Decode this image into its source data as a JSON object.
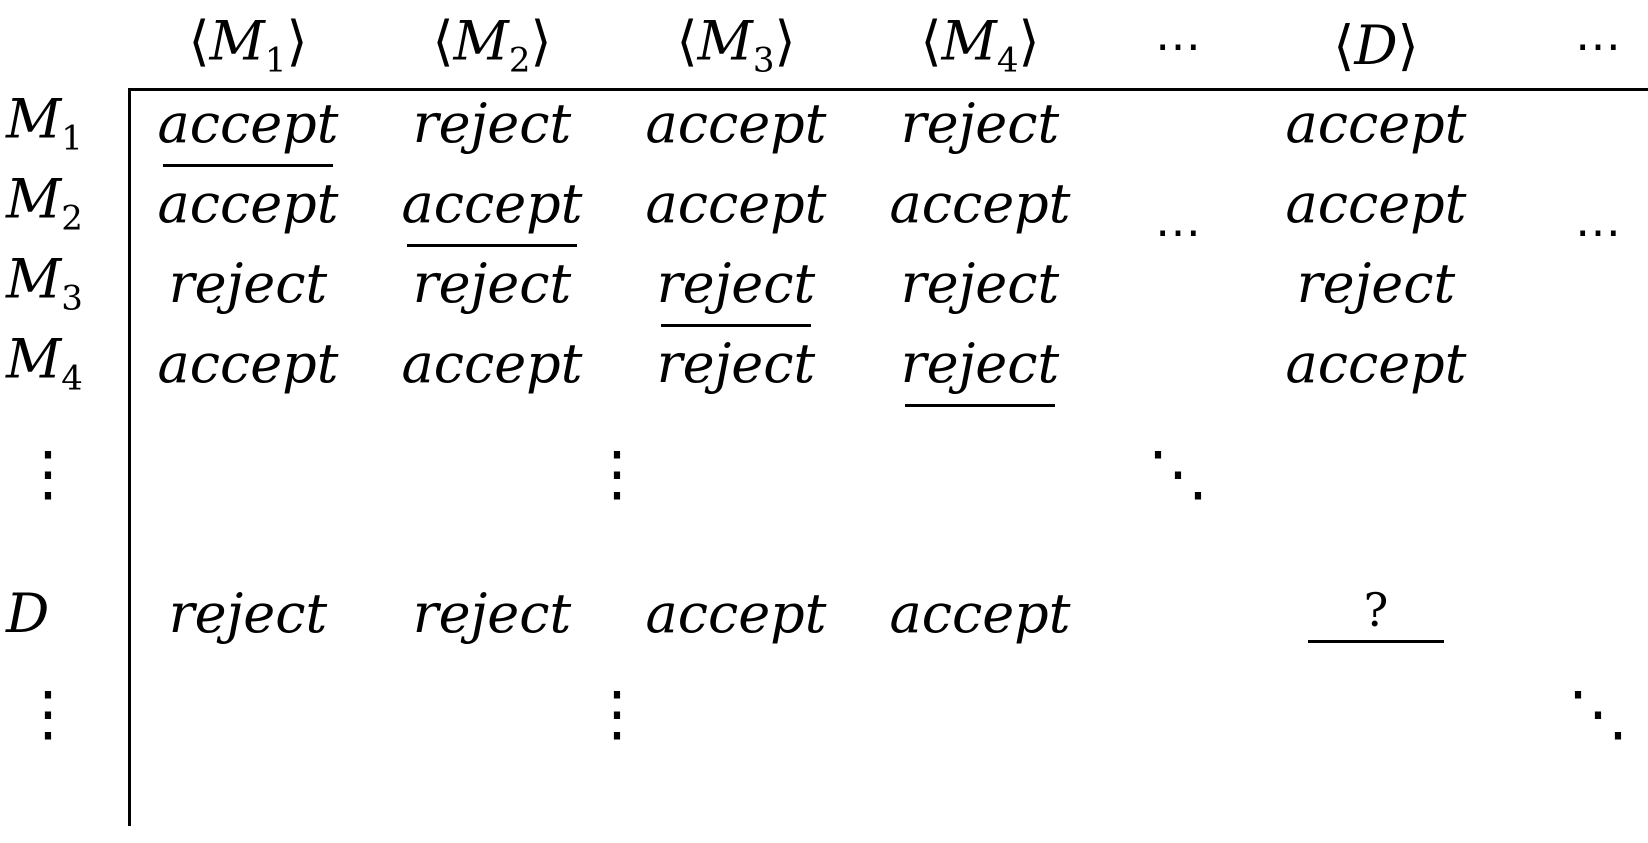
{
  "columns": [
    {
      "name": "M",
      "sub": "1",
      "type": "machine"
    },
    {
      "name": "M",
      "sub": "2",
      "type": "machine"
    },
    {
      "name": "M",
      "sub": "3",
      "type": "machine"
    },
    {
      "name": "M",
      "sub": "4",
      "type": "machine"
    },
    {
      "name": "⋯",
      "type": "ellipsis"
    },
    {
      "name": "D",
      "sub": "",
      "type": "machine"
    },
    {
      "name": "⋯",
      "type": "ellipsis"
    }
  ],
  "rows": [
    {
      "name": "M",
      "sub": "1",
      "cells": [
        "accept",
        "reject",
        "accept",
        "reject",
        null,
        "accept",
        null
      ],
      "diagonal": 0
    },
    {
      "name": "M",
      "sub": "2",
      "cells": [
        "accept",
        "accept",
        "accept",
        "accept",
        null,
        "accept",
        null
      ],
      "diagonal": 1
    },
    {
      "name": "M",
      "sub": "3",
      "cells": [
        "reject",
        "reject",
        "reject",
        "reject",
        null,
        "reject",
        null
      ],
      "diagonal": 2
    },
    {
      "name": "M",
      "sub": "4",
      "cells": [
        "accept",
        "accept",
        "reject",
        "reject",
        null,
        "accept",
        null
      ],
      "diagonal": 3
    },
    {
      "name": "D",
      "sub": "",
      "cells": [
        "reject",
        "reject",
        "accept",
        "accept",
        null,
        "?",
        null
      ],
      "diagonal": 5
    }
  ],
  "symbols": {
    "hdots": "⋯",
    "vdots": "⋮",
    "ddots": "⋱",
    "langle": "⟨",
    "rangle": "⟩"
  }
}
